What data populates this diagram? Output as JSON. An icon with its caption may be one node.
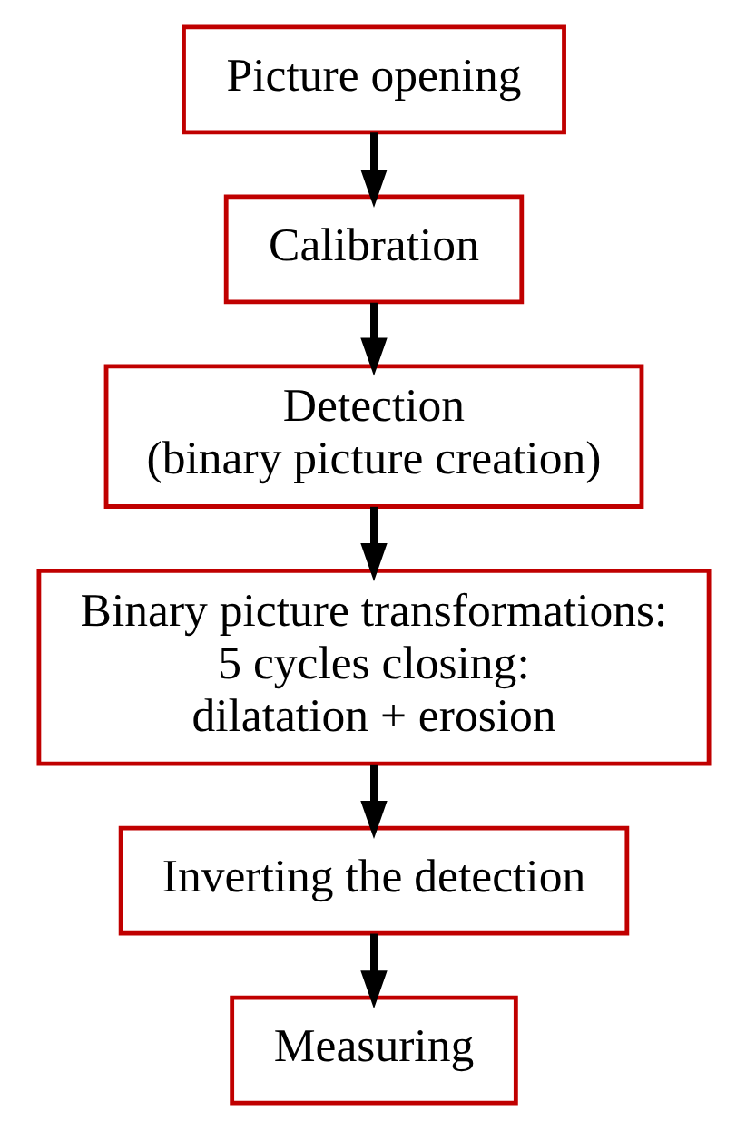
{
  "diagram": {
    "nodes": [
      {
        "text": [
          "Picture opening"
        ]
      },
      {
        "text": [
          "Calibration"
        ]
      },
      {
        "text": [
          "Detection",
          "(binary picture creation)"
        ]
      },
      {
        "text": [
          "Binary picture transformations: 5 cycles closing: dilatation + erosion"
        ]
      },
      {
        "text": [
          "Inverting the detection"
        ]
      },
      {
        "text": [
          "Measuring"
        ]
      }
    ],
    "edges": [
      {
        "from": 0,
        "to": 1,
        "arrow": "to"
      },
      {
        "from": 1,
        "to": 2,
        "arrow": "to"
      },
      {
        "from": 2,
        "to": 3,
        "arrow": "to"
      },
      {
        "from": 3,
        "to": 4,
        "arrow": "to"
      },
      {
        "from": 4,
        "to": 5,
        "arrow": "to"
      }
    ]
  }
}
